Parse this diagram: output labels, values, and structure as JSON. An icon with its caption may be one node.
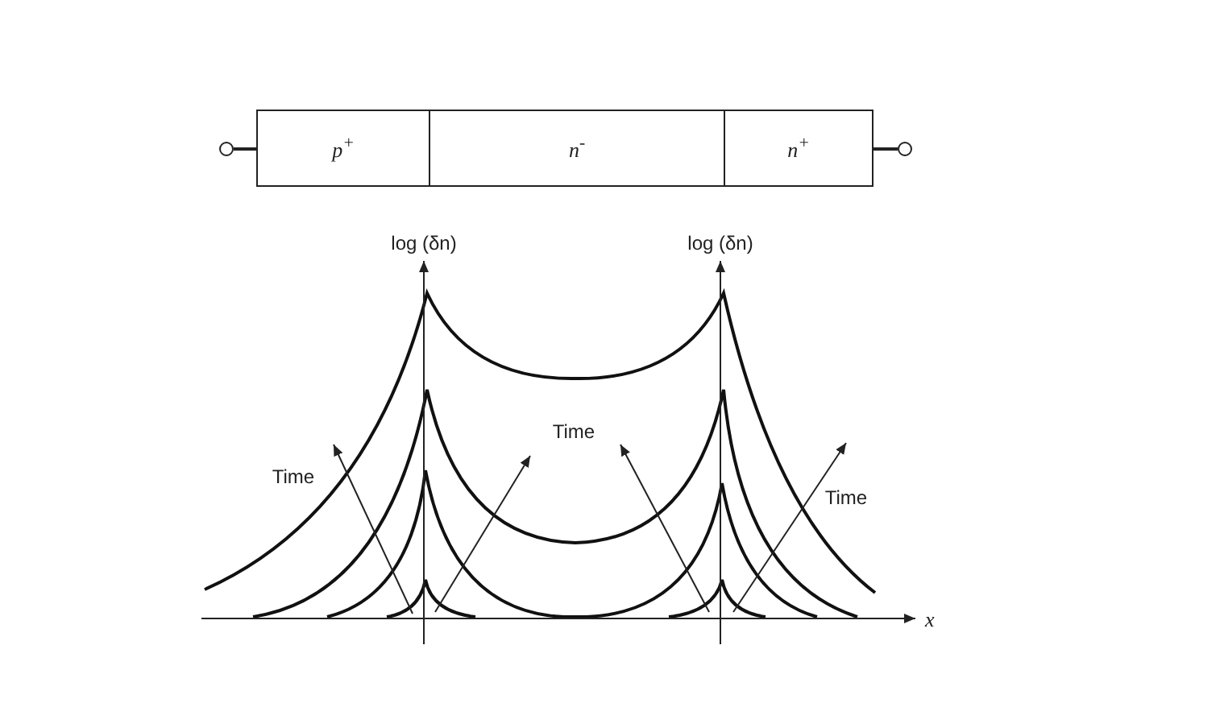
{
  "diagram": {
    "nodes": [
      {
        "text": [
          "p$^{+}$"
        ]
      },
      {
        "text": [
          "n$^{-}$"
        ]
      },
      {
        "text": [
          "n$^{+}$"
        ]
      },
      {
        "text": [],
        "shape": "circle"
      },
      {
        "text": [],
        "shape": "circle"
      }
    ],
    "edges": [
      {
        "from": 3,
        "to": 0,
        "arrow": "none"
      },
      {
        "from": 2,
        "to": 4,
        "arrow": "none"
      }
    ],
    "labels": [
      "log (δn)",
      "log (δn)",
      "Time",
      "Time",
      "Time",
      "x"
    ]
  }
}
